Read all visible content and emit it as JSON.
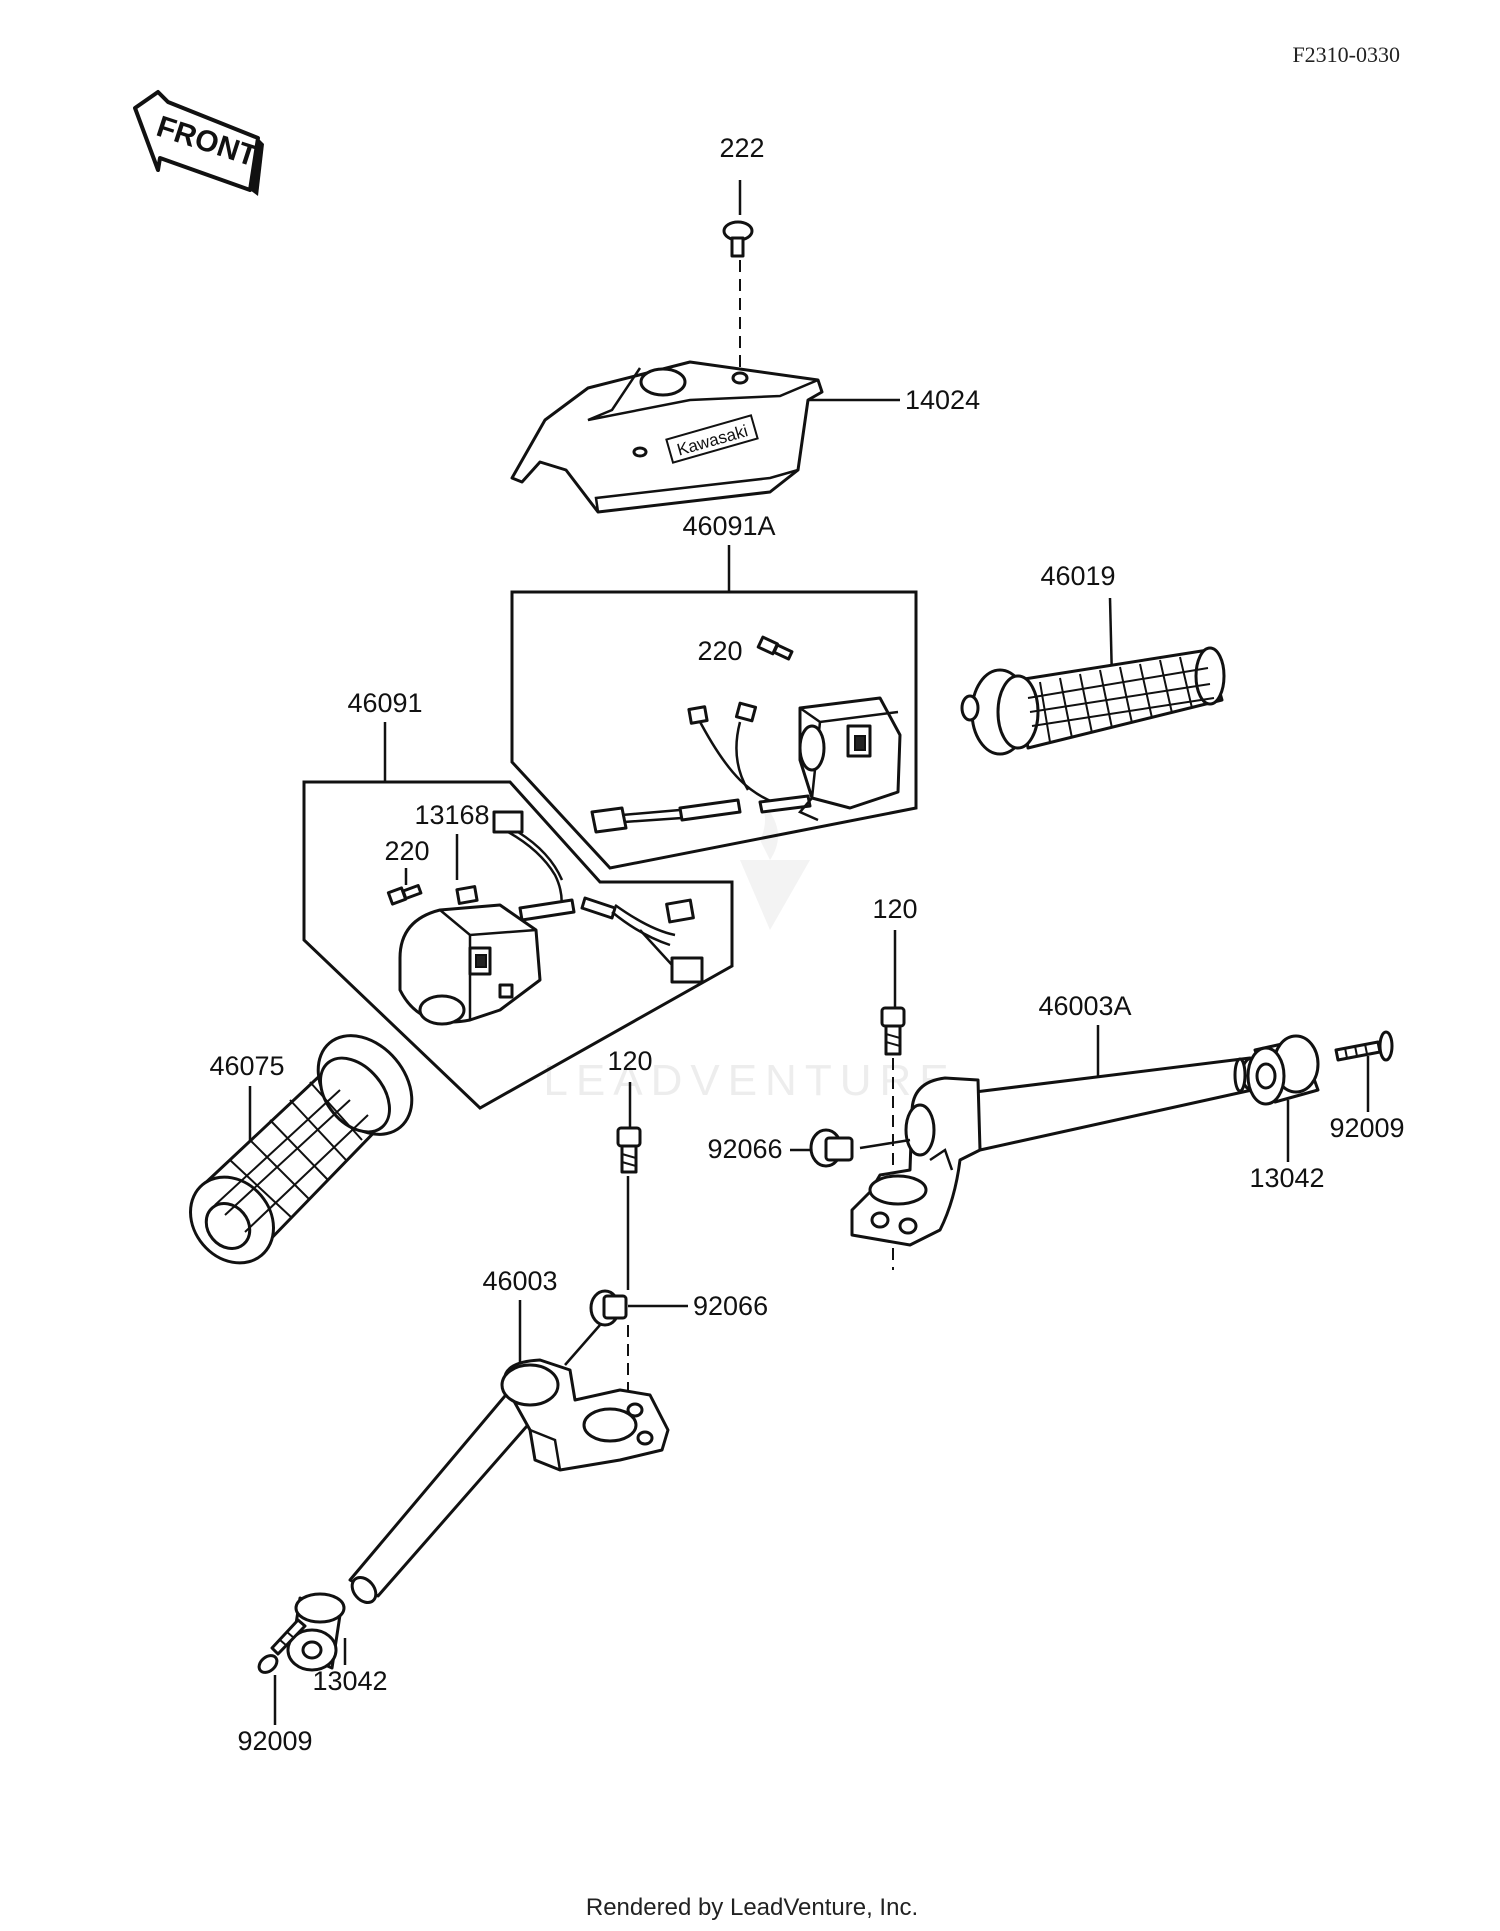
{
  "diagram_code": "F2310-0330",
  "front_label": "FRONT",
  "brand_label": "Kawasaki",
  "watermark": "LEADVENTURE",
  "footer": "Rendered by LeadVenture, Inc.",
  "callouts": {
    "c222": "222",
    "c14024": "14024",
    "c46091A": "46091A",
    "c46019": "46019",
    "c220_a": "220",
    "c46091": "46091",
    "c13168": "13168",
    "c220_b": "220",
    "c120_a": "120",
    "c46003A": "46003A",
    "c46075": "46075",
    "c120_b": "120",
    "c92066_a": "92066",
    "c13042_a": "13042",
    "c92009_a": "92009",
    "c46003": "46003",
    "c92066_b": "92066",
    "c13042_b": "13042",
    "c92009_b": "92009"
  }
}
